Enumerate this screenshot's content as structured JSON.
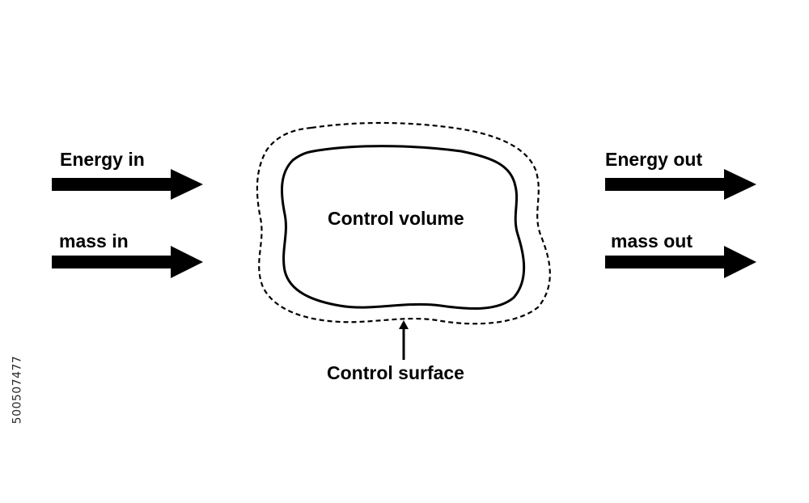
{
  "labels": {
    "energy_in": "Energy in",
    "mass_in": "mass in",
    "energy_out": "Energy out",
    "mass_out": "mass out",
    "control_volume": "Control volume",
    "control_surface": "Control surface"
  },
  "stock_id": "500507477",
  "colors": {
    "ink": "#000000",
    "background": "#ffffff"
  }
}
